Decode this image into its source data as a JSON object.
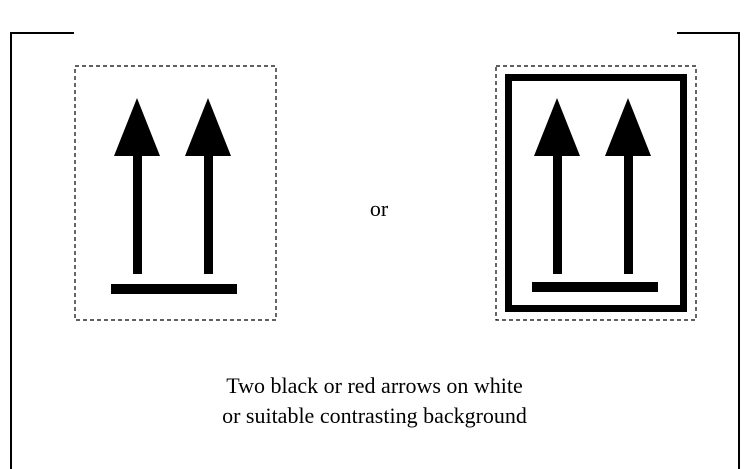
{
  "connector_text": "or",
  "caption": {
    "line1": "Two black or red arrows on white",
    "line2": "or suitable contrasting background"
  },
  "colors": {
    "foreground": "#000000",
    "background": "#ffffff"
  },
  "icons": {
    "left": "this-way-up-arrows-icon",
    "right": "this-way-up-arrows-bordered-icon"
  }
}
